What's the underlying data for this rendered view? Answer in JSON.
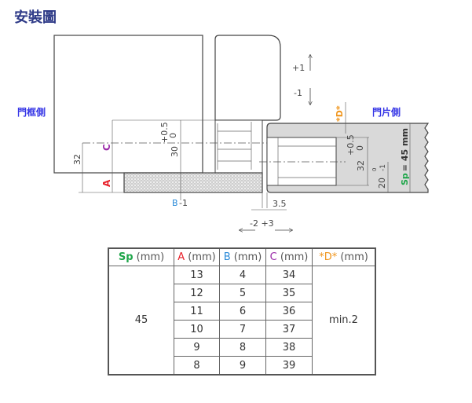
{
  "title": "安裝圖",
  "labels": {
    "frame_side": "門框側",
    "door_side": "門片側",
    "plus1": "+1",
    "minus1": "-1",
    "d_label": "*D*",
    "c_label": "C",
    "a_label": "A",
    "dim_32_left": "32",
    "dim_30": "30",
    "tol_plus05_left": "+0.5",
    "tol_0_left": "0",
    "b_label": "B",
    "b_suffix": "-1",
    "dim_32_right": "32",
    "tol_plus05_right": "+0.5",
    "tol_0_right": "0",
    "dim_20": "20",
    "tol_0_small": "0",
    "tol_minus1_small": "-1",
    "sp_label": "Sp",
    "sp_value": "= 45 mm",
    "dim_3_5": "3.5",
    "adjust_lr": "-2 +3"
  },
  "colors": {
    "sp": "#1fa64a",
    "a": "#e8202a",
    "b": "#2a8ad8",
    "c": "#9a2aa8",
    "d": "#f0961e",
    "side": "#3535e6",
    "title": "#2e3a87"
  },
  "table": {
    "headers": [
      {
        "key": "Sp",
        "unit": " (mm)"
      },
      {
        "key": "A",
        "unit": " (mm)"
      },
      {
        "key": "B",
        "unit": " (mm)"
      },
      {
        "key": "C",
        "unit": " (mm)"
      },
      {
        "key": "*D*",
        "unit": " (mm)"
      }
    ],
    "sp": "45",
    "d": "min.2",
    "rows": [
      {
        "a": "13",
        "b": "4",
        "c": "34"
      },
      {
        "a": "12",
        "b": "5",
        "c": "35"
      },
      {
        "a": "11",
        "b": "6",
        "c": "36"
      },
      {
        "a": "10",
        "b": "7",
        "c": "37"
      },
      {
        "a": "9",
        "b": "8",
        "c": "38"
      },
      {
        "a": "8",
        "b": "9",
        "c": "39"
      }
    ]
  }
}
